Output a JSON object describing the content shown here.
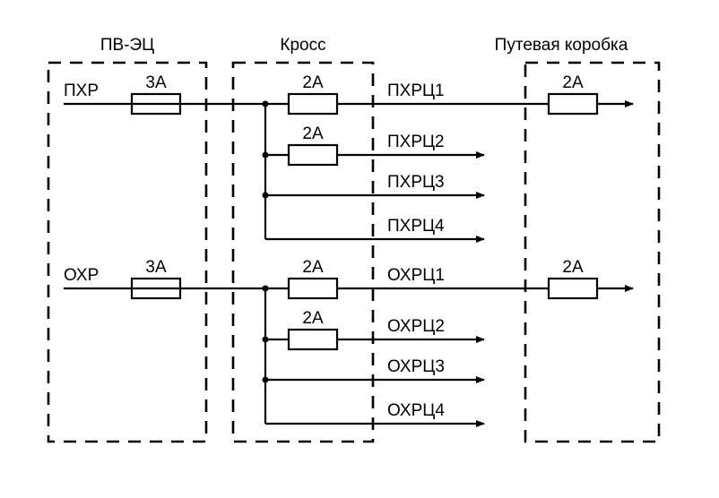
{
  "blocks": [
    {
      "id": "pv-ec",
      "title": "ПВ-ЭЦ"
    },
    {
      "id": "kross",
      "title": "Кросс"
    },
    {
      "id": "putevaya",
      "title": "Путевая коробка"
    }
  ],
  "groups": [
    {
      "input": "ПХР",
      "input_fuse": "3А",
      "outputs": [
        {
          "label": "ПХРЦ1",
          "cross_fuse": "2А",
          "box_fuse": "2А"
        },
        {
          "label": "ПХРЦ2",
          "cross_fuse": "2А",
          "box_fuse": null
        },
        {
          "label": "ПХРЦ3",
          "cross_fuse": null,
          "box_fuse": null
        },
        {
          "label": "ПХРЦ4",
          "cross_fuse": null,
          "box_fuse": null
        }
      ]
    },
    {
      "input": "ОХР",
      "input_fuse": "3А",
      "outputs": [
        {
          "label": "ОХРЦ1",
          "cross_fuse": "2А",
          "box_fuse": "2А"
        },
        {
          "label": "ОХРЦ2",
          "cross_fuse": "2А",
          "box_fuse": null
        },
        {
          "label": "ОХРЦ3",
          "cross_fuse": null,
          "box_fuse": null
        },
        {
          "label": "ОХРЦ4",
          "cross_fuse": null,
          "box_fuse": null
        }
      ]
    }
  ]
}
